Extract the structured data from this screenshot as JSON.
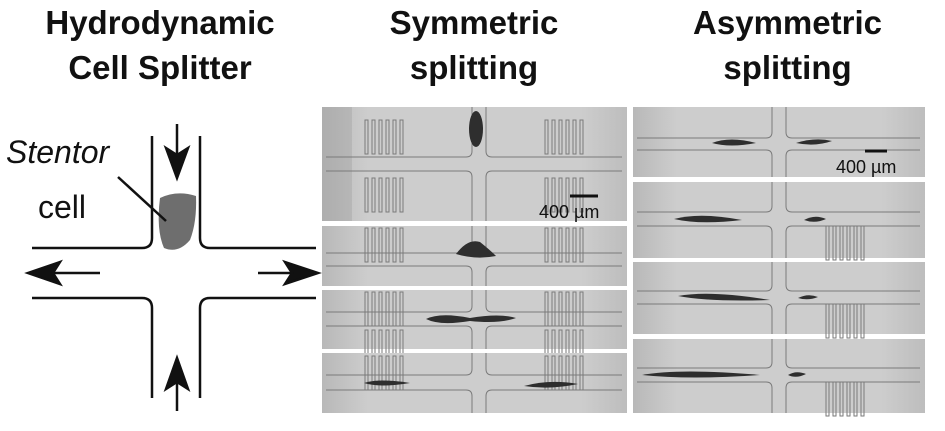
{
  "titles": {
    "splitter": [
      "Hydrodynamic",
      "Cell Splitter"
    ],
    "symmetric": [
      "Symmetric",
      "splitting"
    ],
    "asymmetric": [
      "Asymmetric",
      "splitting"
    ]
  },
  "schematic": {
    "cell_word1": "Stentor",
    "cell_word2": "cell",
    "cell_color": "#6e6e6e"
  },
  "scalebars": {
    "symmetric": "400 µm",
    "asymmetric": "400 µm"
  },
  "colors": {
    "panel_bg": "#c9c9c9",
    "channel_line": "#7a7a7a",
    "cell_dark": "#2e2e2e"
  }
}
